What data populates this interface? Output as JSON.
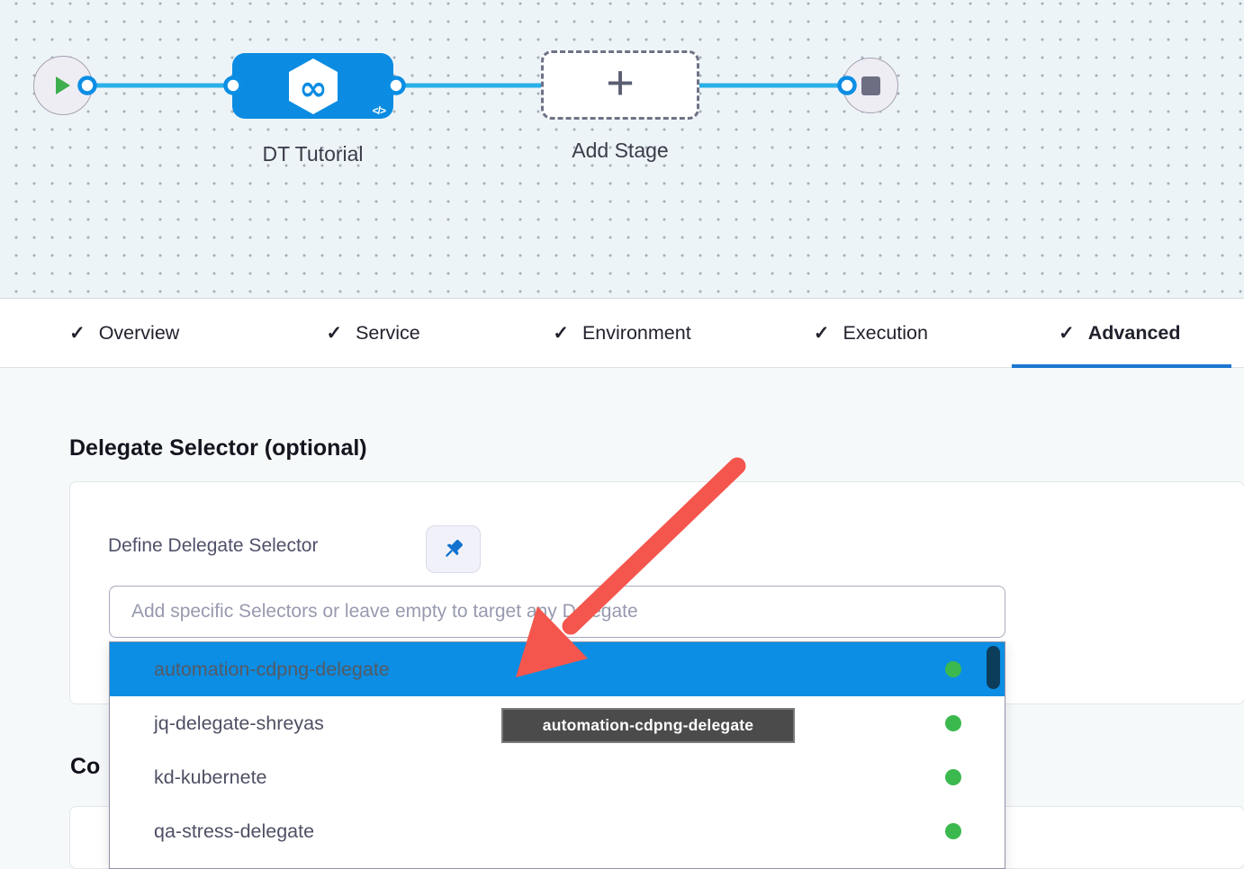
{
  "canvas": {
    "stage_label": "DT Tutorial",
    "add_stage_label": "Add Stage",
    "code_icon_glyph": "</>",
    "plus_glyph": "+",
    "stage_icon_glyph": "∞"
  },
  "tabs": {
    "check_glyph": "✓",
    "items": [
      {
        "label": "Overview",
        "checked": true,
        "active": false
      },
      {
        "label": "Service",
        "checked": true,
        "active": false
      },
      {
        "label": "Environment",
        "checked": true,
        "active": false
      },
      {
        "label": "Execution",
        "checked": true,
        "active": false
      },
      {
        "label": "Advanced",
        "checked": true,
        "active": true
      }
    ]
  },
  "advanced": {
    "heading": "Delegate Selector (optional)",
    "define_label": "Define Delegate Selector",
    "input_placeholder": "Add specific Selectors or leave empty to target any Delegate",
    "input_value": "",
    "options": [
      {
        "label": "automation-cdpng-delegate",
        "highlighted": true,
        "status": "connected"
      },
      {
        "label": "jq-delegate-shreyas",
        "highlighted": false,
        "status": "connected"
      },
      {
        "label": "kd-kubernete",
        "highlighted": false,
        "status": "connected"
      },
      {
        "label": "qa-stress-delegate",
        "highlighted": false,
        "status": "connected"
      }
    ],
    "tooltip_text": "automation-cdpng-delegate",
    "partial_heading": "Co"
  },
  "colors": {
    "stage_blue": "#0b8ce2",
    "highlight_blue": "#0b8ee4",
    "connector_blue": "#2aafe8",
    "tab_underline_blue": "#1b76d1",
    "status_green": "#3cb94e",
    "play_green": "#3fae4d",
    "arrow_red": "#f4564d",
    "scroll_thumb_navy": "#0c3d5b",
    "tooltip_gray": "#4b4b4b",
    "canvas_bg": "#edf4f8"
  }
}
